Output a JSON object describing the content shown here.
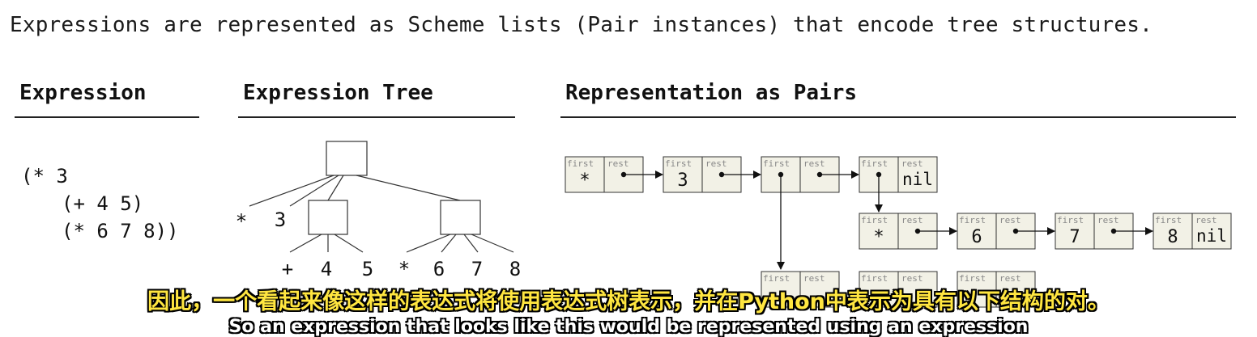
{
  "intro_text": "Expressions are represented as Scheme lists (Pair instances) that encode tree structures.",
  "headings": {
    "expression": "Expression",
    "expression_tree": "Expression Tree",
    "pairs": "Representation as Pairs"
  },
  "expression_lines": [
    "(* 3",
    "(+ 4 5)",
    "(* 6 7 8))"
  ],
  "tree": {
    "top_leaves": [
      "*",
      "3"
    ],
    "left_leaves": [
      "+",
      "4",
      "5"
    ],
    "right_leaves": [
      "*",
      "6",
      "7",
      "8"
    ]
  },
  "pair_labels": {
    "first": "first",
    "rest": "rest"
  },
  "pairs": {
    "row1_values": [
      "*",
      "3",
      "",
      ""
    ],
    "row1_nil": "nil",
    "row2_values": [
      "*",
      "6",
      "7",
      "8"
    ],
    "row2_nil": "nil"
  },
  "subtitles": {
    "chinese": "因此，一个看起来像这样的表达式将使用表达式树表示，并在Python中表示为具有以下结构的对。",
    "english": "So an expression that looks like this would be represented using an expression"
  }
}
